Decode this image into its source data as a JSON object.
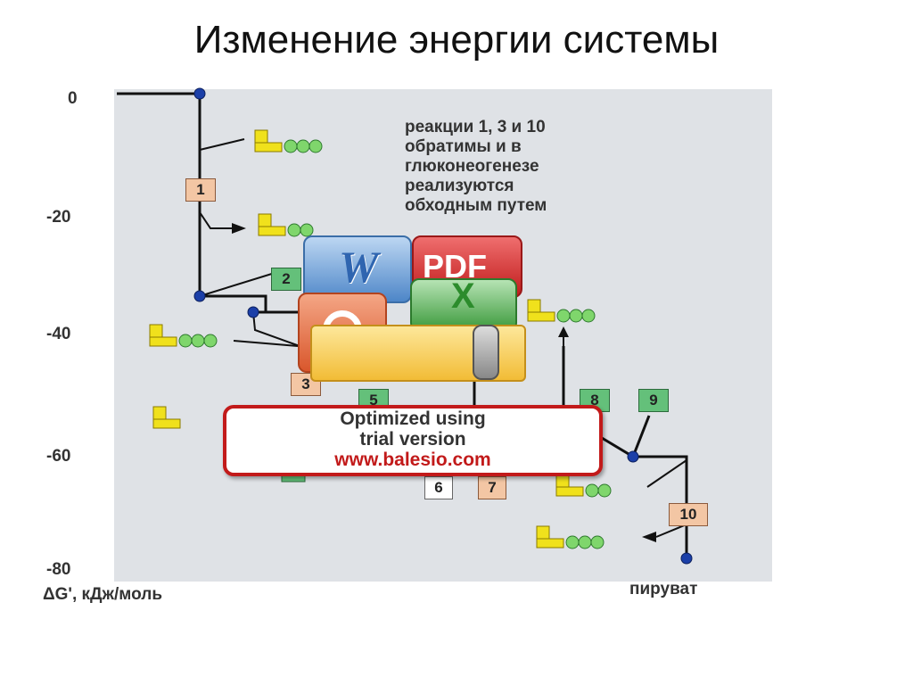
{
  "title": "Изменение энергии системы",
  "diagram": {
    "y_ticks": [
      "0",
      "-20",
      "-40",
      "-60",
      "-80"
    ],
    "axis_title": "ΔG', кДж/моль",
    "end_label": "пируват",
    "note": "реакции 1, 3 и 10\nобратимы и в\nглюконеогенезе\nреализуются\nобходным путем",
    "steps": [
      "1",
      "2",
      "3",
      "5",
      "6",
      "7",
      "8",
      "9",
      "10"
    ],
    "colors": {
      "backbone": "#111111",
      "node": "#1b3fa8",
      "atp_yellow": "#f0e11c",
      "phosphate_green": "#7fd66c"
    }
  },
  "watermark": {
    "line1": "Optimized using",
    "line2": "trial version",
    "url": "www.balesio.com",
    "icons": [
      "word-icon",
      "pdf-icon",
      "excel-icon",
      "powerpoint-icon",
      "zip-folder-icon"
    ],
    "icon_labels": {
      "word": "W",
      "pdf": "PDF",
      "excel": "X"
    }
  }
}
